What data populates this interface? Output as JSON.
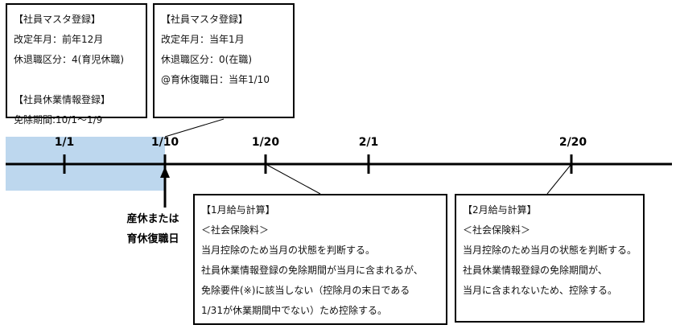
{
  "box_before": {
    "lines": [
      "【社員マスタ登録】",
      "改定年月：前年12月",
      "休退職区分：4(育児休職)",
      "",
      "【社員休業情報登録】",
      "免除期間:10/1～1/9"
    ]
  },
  "box_after": {
    "lines": [
      "【社員マスタ登録】",
      "改定年月：当年1月",
      "休退職区分：0(在職)",
      "@育休復職日：当年1/10"
    ]
  },
  "timeline": {
    "ticks": [
      "1/1",
      "1/10",
      "1/20",
      "2/1",
      "2/20"
    ],
    "leave_fill_color": "#bdd7ee",
    "event_label_1": "産休または",
    "event_label_2": "育休復職日"
  },
  "box_jan": {
    "lines": [
      "【1月給与計算】",
      "＜社会保険料＞",
      "当月控除のため当月の状態を判断する。",
      "社員休業情報登録の免除期間が当月に含まれるが、",
      "免除要件(※)に該当しない（控除月の末日である",
      "1/31が休業期間中でない）ため控除する。"
    ]
  },
  "box_feb": {
    "lines": [
      "【2月給与計算】",
      "＜社会保険料＞",
      "当月控除のため当月の状態を判断する。",
      "社員休業情報登録の免除期間が、",
      "当月に含まれないため、控除する。"
    ]
  }
}
